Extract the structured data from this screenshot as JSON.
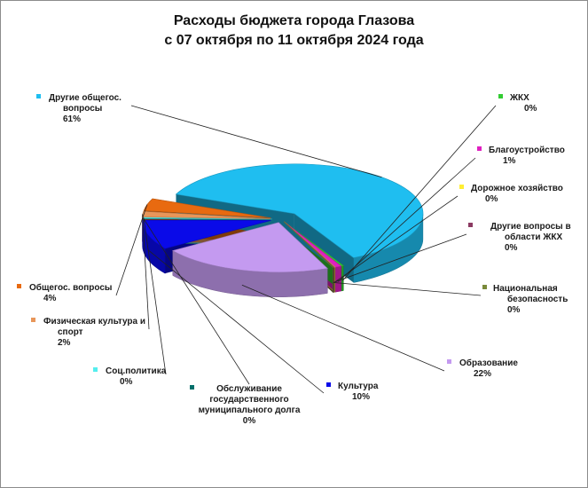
{
  "chart_data": {
    "type": "pie",
    "title": "Расходы бюджета города Глазова",
    "subtitle": "с 07 октября по 11 октября 2024 года",
    "slices": [
      {
        "name": "Другие общегос. вопросы",
        "value": 61,
        "pct_label": "61%",
        "color": "#1fbef0"
      },
      {
        "name": "ЖКХ",
        "value": 0.3,
        "pct_label": "0%",
        "color": "#33cc33"
      },
      {
        "name": "Благоустройство",
        "value": 0.8,
        "pct_label": "1%",
        "color": "#e020c0"
      },
      {
        "name": "Дорожное хозяйство",
        "value": 0.1,
        "pct_label": "0%",
        "color": "#ffee33"
      },
      {
        "name": "Другие вопросы в области ЖКХ",
        "value": 0.1,
        "pct_label": "0%",
        "color": "#8b3a62"
      },
      {
        "name": "Национальная безопасность",
        "value": 0.1,
        "pct_label": "0%",
        "color": "#7a8a3a"
      },
      {
        "name": "Образование",
        "value": 21.6,
        "pct_label": "22%",
        "color": "#c49af0"
      },
      {
        "name": "Культура",
        "value": 9.7,
        "pct_label": "10%",
        "color": "#0a0ae8"
      },
      {
        "name": "Обслуживание государственного муниципального долга",
        "value": 0.1,
        "pct_label": "0%",
        "color": "#006f6a"
      },
      {
        "name": "Соц.политика",
        "value": 0.4,
        "pct_label": "0%",
        "color": "#55eeee"
      },
      {
        "name": "Физическая культура и спорт",
        "value": 1.8,
        "pct_label": "2%",
        "color": "#e8965a"
      },
      {
        "name": "Общегос. вопросы",
        "value": 4,
        "pct_label": "4%",
        "color": "#e86a10"
      }
    ]
  }
}
